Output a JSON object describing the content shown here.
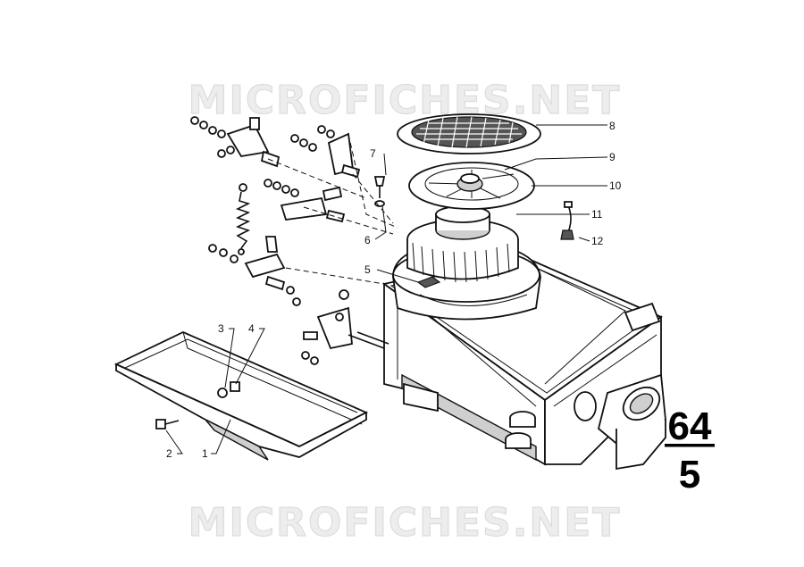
{
  "watermarks": {
    "top": "MICROFICHES.NET",
    "bottom": "MICROFICHES.NET"
  },
  "page_number": {
    "top": "64",
    "bottom": "5"
  },
  "callouts": [
    "1",
    "2",
    "3",
    "4",
    "5",
    "6",
    "7",
    "8",
    "9",
    "10",
    "11",
    "12"
  ]
}
